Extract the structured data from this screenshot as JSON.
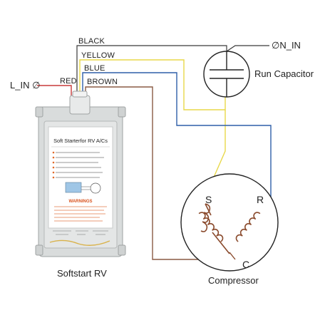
{
  "wiring": {
    "black_label": "BLACK",
    "yellow_label": "YELLOW",
    "blue_label": "BLUE",
    "brown_label": "BROWN",
    "red_label": "RED",
    "line_in_label": "L_IN ∅",
    "neutral_in_label": "∅N_IN",
    "colors": {
      "black": "#3a3a3a",
      "yellow": "#e8d84a",
      "blue": "#2f5fa8",
      "brown": "#8a5a44",
      "red": "#c83a3a"
    }
  },
  "device": {
    "panel_title": "Soft Starterfor RV A/Cs",
    "warnings_label": "WARNINGS",
    "caption": "Softstart RV",
    "enclosure_color": "#d9dcdc"
  },
  "capacitor": {
    "caption": "Run Capacitor"
  },
  "compressor": {
    "terminal_s": "S",
    "terminal_r": "R",
    "terminal_c": "C",
    "caption": "Compressor"
  }
}
